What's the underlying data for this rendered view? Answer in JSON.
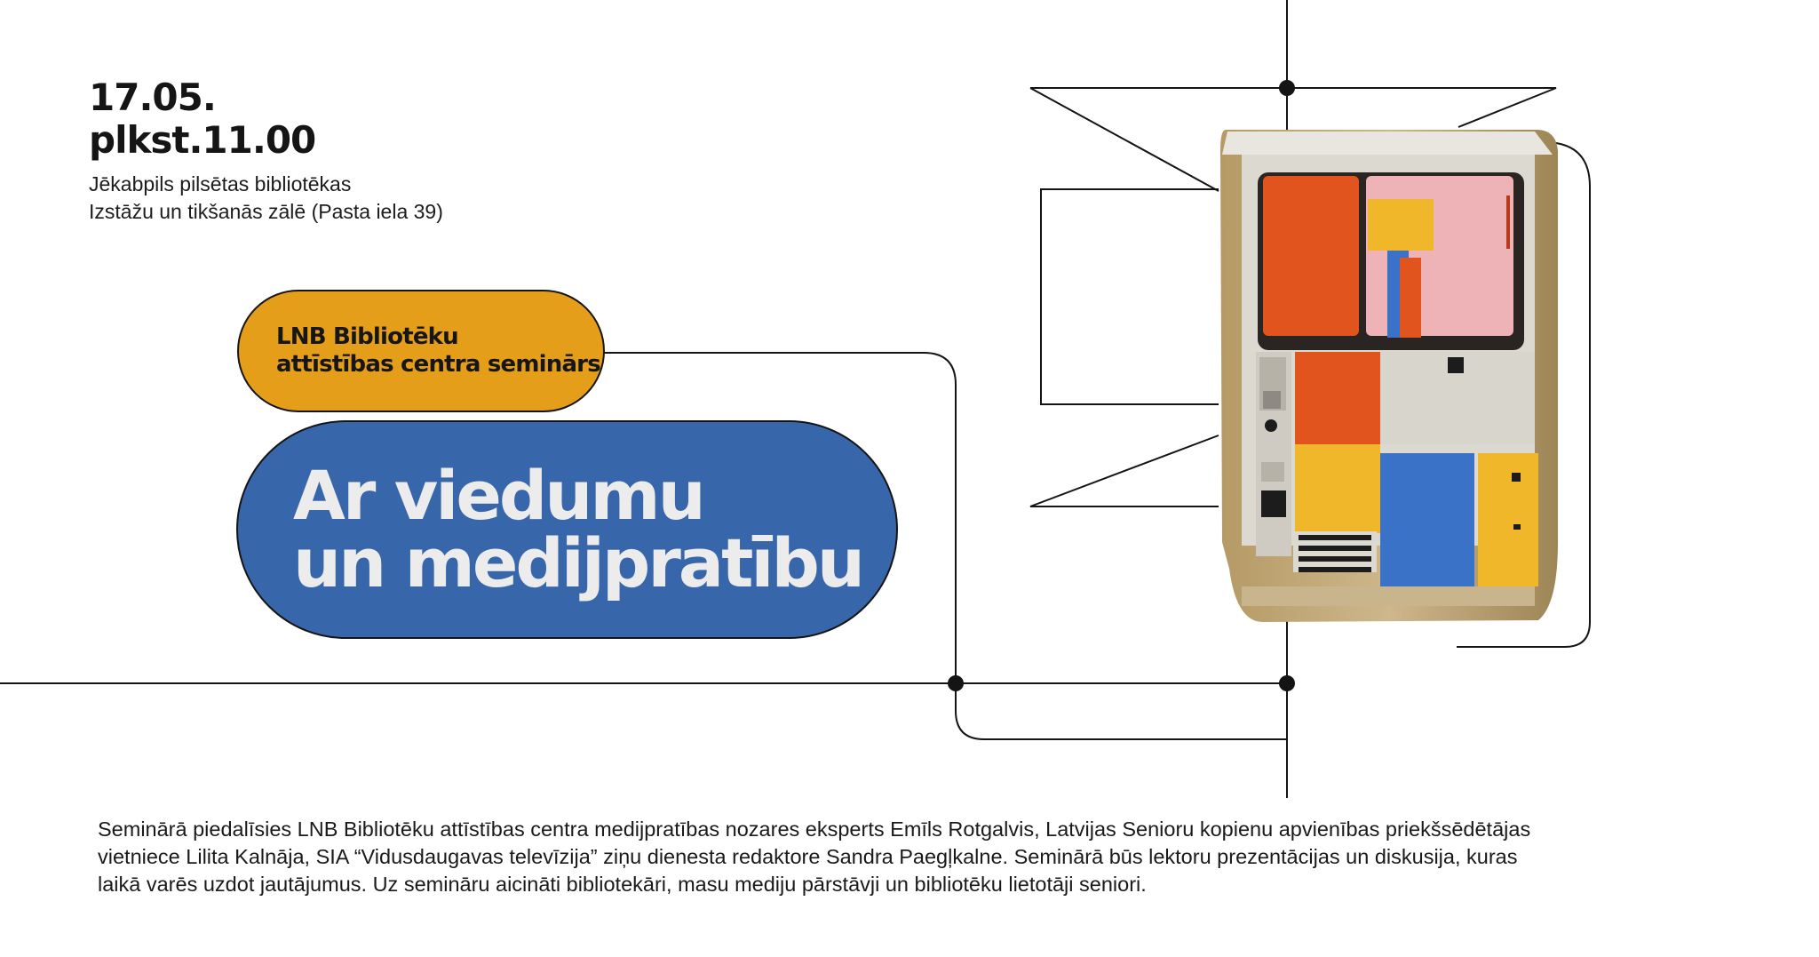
{
  "event": {
    "date": "17.05.",
    "time": "plkst.11.00",
    "venue_line1": "Jēkabpils pilsētas bibliotēkas",
    "venue_line2": "Izstāžu un tikšanās zālē (Pasta iela 39)"
  },
  "badge": {
    "line1": "LNB Bibliotēku",
    "line2": "attīstības centra seminārs",
    "color": "#e59e19"
  },
  "headline": {
    "line1": "Ar viedumu",
    "line2": "un medijpratību",
    "color": "#3866ab"
  },
  "description": {
    "line1": "Seminārā piedalīsies LNB Bibliotēku attīstības centra medijpratības nozares eksperts Emīls Rotgalvis, Latvijas Senioru kopienu apvienības priekšsēdētājas",
    "line2": "vietniece Lilita Kalnāja, SIA “Vidusdaugavas televīzija” ziņu dienesta redaktore Sandra Paegļkalne. Seminārā būs lektoru prezentācijas un diskusija, kuras",
    "line3": "laikā varēs uzdot jautājumus. Uz semināru aicināti bibliotekāri, masu mediju pārstāvji un bibliotēku lietotāji seniori."
  },
  "illustration": {
    "name": "retro-computer-illustration",
    "palette": [
      "#e2541d",
      "#f1b72a",
      "#3a72c8",
      "#eeb3b6",
      "#d9d6cc",
      "#b89f72"
    ]
  }
}
